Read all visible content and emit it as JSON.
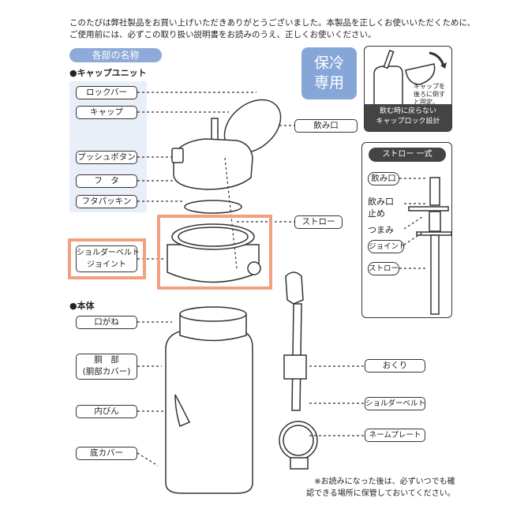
{
  "intro": {
    "line1": "このたびは弊社製品をお買い上げいただきありがとうございました。本製品を正しくお使いいただくために、",
    "line2": "ご使用前には、必ずこの取り扱い説明書をお読みのうえ、正しくお使いください。"
  },
  "section_title": "各部の名称",
  "cap_unit": {
    "heading": "●キャップユニット",
    "labels": [
      "ロックバー",
      "キャップ",
      "プッシュボタン",
      "フ　タ",
      "フタパッキン"
    ],
    "joint_line1": "ショルダーベルト",
    "joint_line2": "ジョイント"
  },
  "right_labels": {
    "mouthpiece": "飲み口",
    "straw": "ストロー"
  },
  "cold_badge": {
    "line1": "保冷",
    "line2": "専用"
  },
  "lock_box": {
    "note1": "キャップを",
    "note2": "後ろに倒す",
    "note3": "と固定。",
    "band1": "飲む時に戻らない",
    "band2": "キャップロック設計"
  },
  "straw_set": {
    "title": "ストロー 一式",
    "mouthpiece": "飲み口",
    "stopper1": "飲み口",
    "stopper2": "止め",
    "knob": "つまみ",
    "joint": "ジョイント",
    "straw": "ストロー"
  },
  "body": {
    "heading": "●本体",
    "labels": [
      "口がね",
      "胴　部",
      "(胴部カバー)",
      "内びん",
      "底カバー"
    ]
  },
  "belt_labels": [
    "おくり",
    "ショルダーベルト",
    "ネームプレート"
  ],
  "note": {
    "line1": "※お読みになった後は、必ずいつでも確",
    "line2": "認できる場所に保管しておいてください。"
  },
  "colors": {
    "accent_blue": "#8eaad8",
    "highlight_orange": "#f2a07e"
  }
}
